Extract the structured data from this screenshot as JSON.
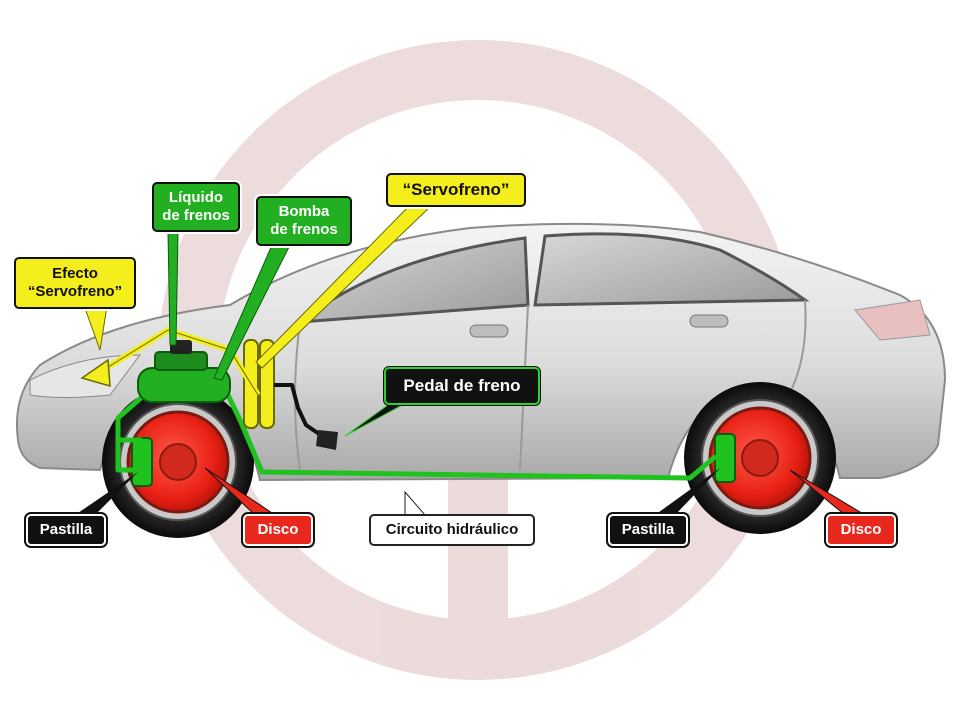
{
  "labels": {
    "liquido": "Líquido\nde frenos",
    "bomba": "Bomba\nde frenos",
    "servofreno": "“Servofreno”",
    "efecto": "Efecto\n“Servofreno”",
    "pedal": "Pedal de freno",
    "pastilla_front": "Pastilla",
    "disco_front": "Disco",
    "circuito": "Circuito hidráulico",
    "pastilla_rear": "Pastilla",
    "disco_rear": "Disco"
  },
  "colors": {
    "green": "#22b022",
    "yellow": "#f4ee1c",
    "black": "#111111",
    "red": "#e8281c",
    "hydraulic_line": "#1fc21f",
    "watermark": "#caa6a6"
  },
  "icons": {
    "watermark": "steering-wheel-watermark"
  }
}
